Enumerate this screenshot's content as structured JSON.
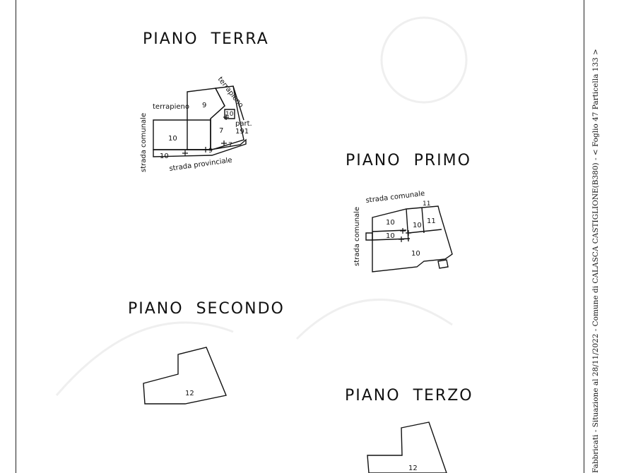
{
  "plans": {
    "terra": {
      "heading": "PIANO  TERRA",
      "labels": {
        "terrapieno_left": "terrapieno",
        "terrapieno_right": "terrapieno",
        "strada_comunale": "strada comunale",
        "strada_provinciale": "strada provinciale",
        "room_9": "9",
        "room_10": "10",
        "room_10_small": "10",
        "room_10_corner": "10",
        "room_7": "7",
        "room_7_small": "7",
        "room_9_small": "9",
        "part": "part.",
        "part_num": "191"
      }
    },
    "primo": {
      "heading": "PIANO  PRIMO",
      "labels": {
        "strada_comunale_top": "strada comunale",
        "strada_comunale_left": "strada comunale",
        "room_11_top": "11",
        "room_10_a": "10",
        "room_10_b": "10",
        "room_11": "11",
        "room_10_c": "10",
        "room_10_main": "10"
      }
    },
    "secondo": {
      "heading": "PIANO  SECONDO",
      "labels": {
        "room_12": "12"
      }
    },
    "terzo": {
      "heading": "PIANO  TERZO",
      "labels": {
        "room_12": "12"
      }
    }
  },
  "side_caption": "Fabbricati - Situazione al 28/11/2022 - Comune di CALASCA CASTIGLIONE(B380) - < Foglio 47 Particella 133 >"
}
